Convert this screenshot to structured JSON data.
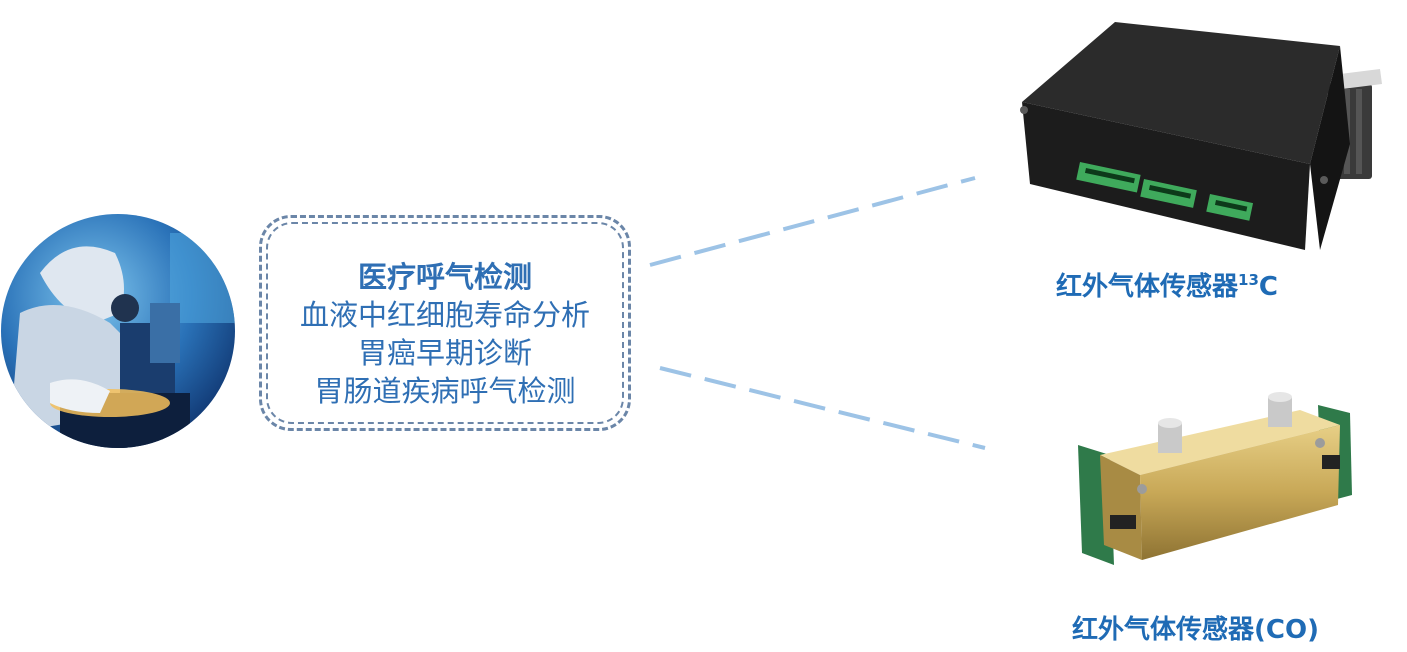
{
  "application_box": {
    "title": "医疗呼气检测",
    "lines": [
      "血液中红细胞寿命分析",
      "胃癌早期诊断",
      "胃肠道疾病呼气检测"
    ]
  },
  "products": [
    {
      "name": "红外气体传感器",
      "isotope_sup": "13",
      "suffix": "C"
    },
    {
      "name": "红外气体传感器(CO)"
    }
  ],
  "colors": {
    "caption": "#1f6bb5",
    "box_text": "#2f6fb4",
    "box_border": "#6b86a8",
    "connector": "#9dc3e6"
  },
  "icons": [
    "lab-scientist-photo",
    "13c-sensor-photo",
    "co-sensor-photo"
  ]
}
